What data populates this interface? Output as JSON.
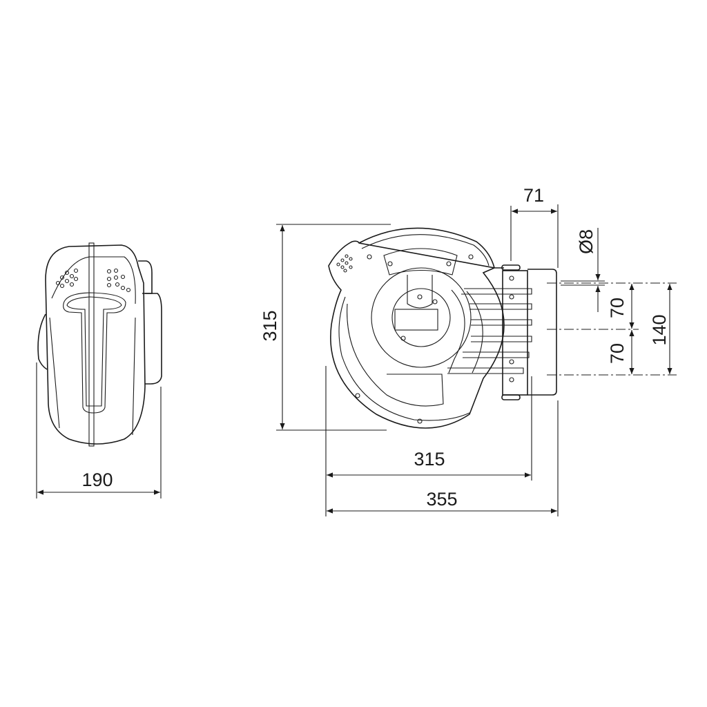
{
  "drawing": {
    "side_view": {
      "width_label": "190"
    },
    "front_view": {
      "height_label": "315",
      "reel_width_label": "315",
      "overall_width_label": "355"
    },
    "bracket": {
      "depth_label": "71",
      "hole_label": "Ø8",
      "hole_spacing_upper_label": "70",
      "hole_spacing_lower_label": "70",
      "hole_spacing_total_label": "140"
    }
  }
}
